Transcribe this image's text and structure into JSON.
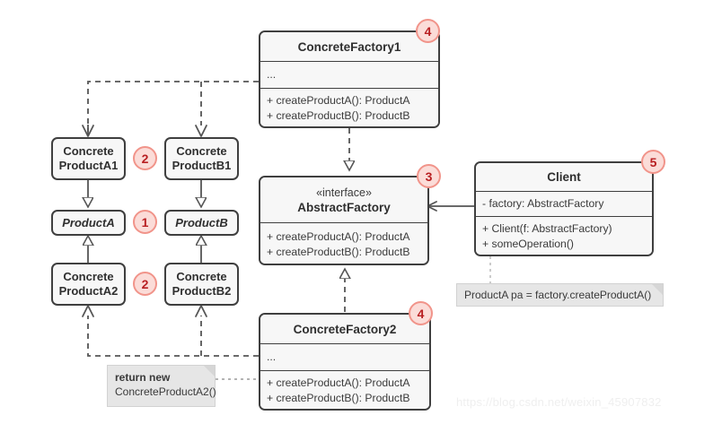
{
  "diagram": {
    "title": "Abstract Factory UML class diagram",
    "watermark": "https://blog.csdn.net/weixin_45907832"
  },
  "colors": {
    "box_border": "#3f3f3f",
    "box_fill": "#f7f7f7",
    "note_fill": "#e6e6e6",
    "badge_fill": "#fbdcd8",
    "badge_border": "#f1948a",
    "badge_text": "#b81f22",
    "edge": "#555555",
    "watermark": "#efefef"
  },
  "classes": {
    "concrete_factory_1": {
      "name": "ConcreteFactory1",
      "attributes": [
        "..."
      ],
      "operations": [
        "+ createProductA(): ProductA",
        "+ createProductB(): ProductB"
      ],
      "badge": "4"
    },
    "abstract_factory": {
      "stereotype": "«interface»",
      "name": "AbstractFactory",
      "operations": [
        "+ createProductA(): ProductA",
        "+ createProductB(): ProductB"
      ],
      "badge": "3"
    },
    "concrete_factory_2": {
      "name": "ConcreteFactory2",
      "attributes": [
        "..."
      ],
      "operations": [
        "+ createProductA(): ProductA",
        "+ createProductB(): ProductB"
      ],
      "badge": "4"
    },
    "client": {
      "name": "Client",
      "attributes": [
        "- factory: AbstractFactory"
      ],
      "operations": [
        "+ Client(f: AbstractFactory)",
        "+ someOperation()"
      ],
      "badge": "5"
    }
  },
  "products": {
    "concrete_product_a1": {
      "line1": "Concrete",
      "line2": "ProductA1"
    },
    "concrete_product_b1": {
      "line1": "Concrete",
      "line2": "ProductB1"
    },
    "product_a": {
      "line1": "ProductA"
    },
    "product_b": {
      "line1": "ProductB"
    },
    "concrete_product_a2": {
      "line1": "Concrete",
      "line2": "ProductA2"
    },
    "concrete_product_b2": {
      "line1": "Concrete",
      "line2": "ProductB2"
    }
  },
  "badges": {
    "products_interface": "1",
    "concrete_products_top": "2",
    "concrete_products_bottom": "2"
  },
  "notes": {
    "return_new": {
      "bold": "return new",
      "text": "ConcreteProductA2()"
    },
    "client_usage": {
      "text": "ProductA pa = factory.createProductA()"
    }
  }
}
